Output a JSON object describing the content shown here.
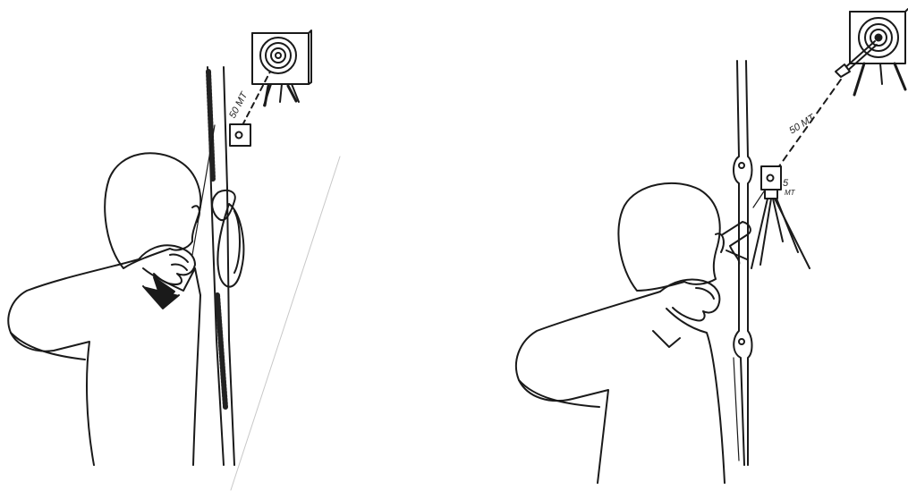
{
  "illustrations": [
    {
      "id": "left",
      "distance_label": "50 MT",
      "elements": [
        "archer-head",
        "archer-arm",
        "bow-limb",
        "sight-box",
        "target",
        "tripod"
      ]
    },
    {
      "id": "right",
      "distance_label": "50 MT",
      "sight_distance_label_top": "5",
      "sight_distance_label_bottom": "MT",
      "elements": [
        "archer-head",
        "archer-arm",
        "bow-limb",
        "sight-on-tripod",
        "target",
        "arrow"
      ]
    }
  ],
  "colors": {
    "ink": "#1a1a1a",
    "paper": "#ffffff"
  }
}
